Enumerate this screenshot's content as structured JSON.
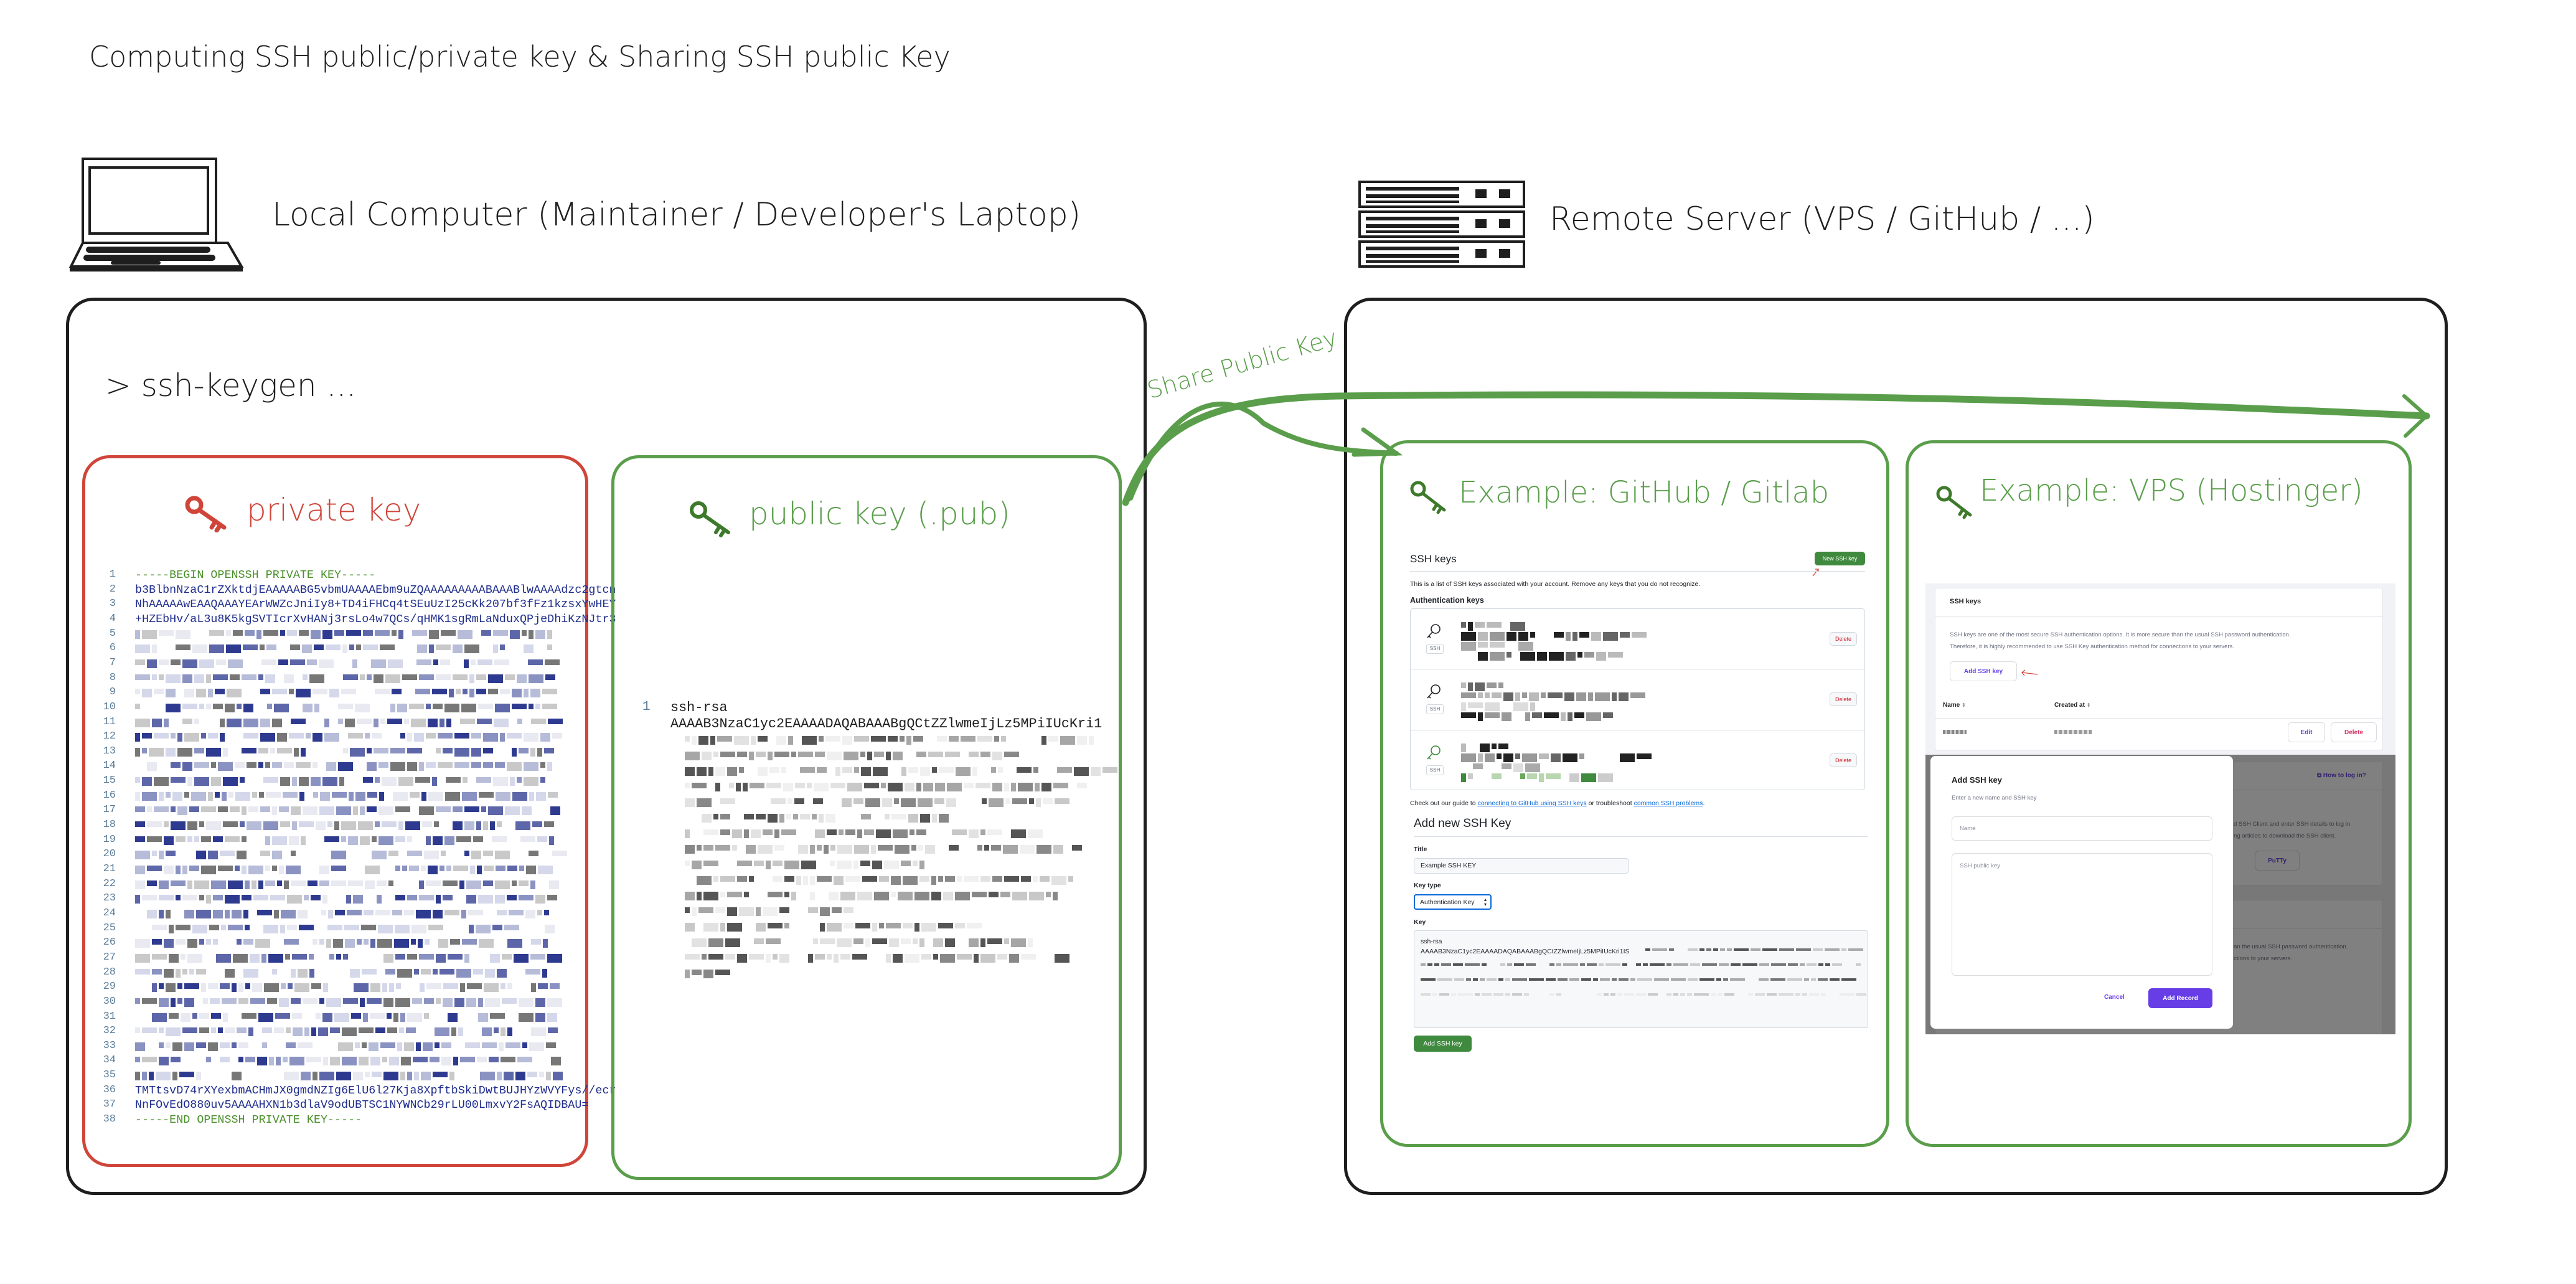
{
  "title": "Computing SSH public/private key & Sharing SSH public Key",
  "local": {
    "label": "Local Computer (Maintainer / Developer's Laptop)",
    "command": "> ssh-keygen ...",
    "private_key": {
      "title": "private key",
      "lines": [
        {
          "n": "1",
          "text": "-----BEGIN OPENSSH PRIVATE KEY-----",
          "kind": "marker"
        },
        {
          "n": "2",
          "text": "b3BlbnNzaC1rZXktdjEAAAAABG5vbmUAAAAEbm9uZQAAAAAAAAABAAABlwAAAAdzc2gtcn"
        },
        {
          "n": "3",
          "text": "NhAAAAAwEAAQAAAYEArWWZcJniIy8+TD4iFHCq4tSEuUzI25cKk207bf3fFz1kzsxYwHEY"
        },
        {
          "n": "4",
          "text": "+HZEbHv/aL3u8K5kgSVTIcrXvHANj3rsLo4w7QCs/qHMK1sgRmLaNduxQPjeDhiKzNJtr3"
        },
        {
          "n": "5",
          "redacted": true
        },
        {
          "n": "6",
          "redacted": true
        },
        {
          "n": "7",
          "redacted": true
        },
        {
          "n": "8",
          "redacted": true
        },
        {
          "n": "9",
          "redacted": true
        },
        {
          "n": "10",
          "redacted": true
        },
        {
          "n": "11",
          "redacted": true
        },
        {
          "n": "12",
          "redacted": true
        },
        {
          "n": "13",
          "redacted": true
        },
        {
          "n": "14",
          "redacted": true
        },
        {
          "n": "15",
          "redacted": true
        },
        {
          "n": "16",
          "redacted": true
        },
        {
          "n": "17",
          "redacted": true
        },
        {
          "n": "18",
          "redacted": true
        },
        {
          "n": "19",
          "redacted": true
        },
        {
          "n": "20",
          "redacted": true
        },
        {
          "n": "21",
          "redacted": true
        },
        {
          "n": "22",
          "redacted": true
        },
        {
          "n": "23",
          "redacted": true
        },
        {
          "n": "24",
          "redacted": true
        },
        {
          "n": "25",
          "redacted": true
        },
        {
          "n": "26",
          "redacted": true
        },
        {
          "n": "27",
          "redacted": true
        },
        {
          "n": "28",
          "redacted": true
        },
        {
          "n": "29",
          "redacted": true
        },
        {
          "n": "30",
          "redacted": true
        },
        {
          "n": "31",
          "redacted": true
        },
        {
          "n": "32",
          "redacted": true
        },
        {
          "n": "33",
          "redacted": true
        },
        {
          "n": "34",
          "redacted": true
        },
        {
          "n": "35",
          "redacted": true
        },
        {
          "n": "36",
          "text": "TMTtsvD74rXYexbmACHmJX0gmdNZIg6ElU6l27Kja8XpftbSkiDwtBUJHYzWVYFys//ecr"
        },
        {
          "n": "37",
          "text": "NnFOvEdO880uv5AAAAHXN1b3dlaV9odUBTSC1NYWNCb29rLU00LmxvY2FsAQIDBAU="
        },
        {
          "n": "38",
          "text": "-----END OPENSSH PRIVATE KEY-----",
          "kind": "marker"
        }
      ]
    },
    "public_key": {
      "title": "public key (.pub)",
      "line_number": "1",
      "lines": [
        "ssh-rsa",
        "AAAAB3NzaC1yc2EAAAADAQABAAABgQCtZZlwmeIjLz5MPiIUcKri1"
      ]
    }
  },
  "share_label": "Share Public Key",
  "remote": {
    "label": "Remote Server (VPS / GitHub / ...)",
    "github": {
      "title": "Example: GitHub / Gitlab",
      "heading": "SSH keys",
      "new_button": "New SSH key",
      "description": "This is a list of SSH keys associated with your account. Remove any keys that you do not recognize.",
      "auth_heading": "Authentication keys",
      "keys": [
        {
          "badge": "SSH",
          "delete": "Delete",
          "active": false
        },
        {
          "badge": "SSH",
          "delete": "Delete",
          "active": false
        },
        {
          "badge": "SSH",
          "delete": "Delete",
          "active": true
        }
      ],
      "guide_prefix": "Check out our guide to ",
      "guide_link1": "connecting to GitHub using SSH keys",
      "guide_middle": " or troubleshoot ",
      "guide_link2": "common SSH problems",
      "guide_suffix": ".",
      "add_heading": "Add new SSH Key",
      "title_label": "Title",
      "title_value": "Example SSH KEY",
      "key_type_label": "Key type",
      "key_type_value": "Authentication Key",
      "key_label": "Key",
      "key_value_line1": "ssh-rsa",
      "key_value_line2": "AAAAB3NzaC1yc2EAAAADAQABAAABgQCtZZlwmeIjLz5MPiIUcKri1IS",
      "submit": "Add SSH key"
    },
    "vps": {
      "title": "Example: VPS (Hostinger)",
      "heading": "SSH keys",
      "description1": "SSH keys are one of the most secure SSH authentication options. It is more secure than the usual SSH password authentication.",
      "description2": "Therefore, it is highly recommended to use SSH Key authentication method for connections to your servers.",
      "add_button": "Add SSH key",
      "col_name": "Name",
      "col_created": "Created at",
      "edit": "Edit",
      "delete": "Delete",
      "bg_link": "How to log in?",
      "bg_text1": "d SSH Client and enter SSH details to log in.",
      "bg_text2": "ng articles to download the SSH client.",
      "bg_putty": "PuTTy",
      "bg_text3": "an the usual SSH password authentication.",
      "bg_text4": "ctions to your servers.",
      "modal": {
        "title": "Add SSH key",
        "subtitle": "Enter a new name and SSH key",
        "name_placeholder": "Name",
        "key_placeholder": "SSH public key",
        "cancel": "Cancel",
        "submit": "Add Record"
      }
    }
  },
  "colors": {
    "red": "#d0453a",
    "green": "#5a9e4b",
    "navy": "#1f2d8c",
    "github_green": "#3f8a3e",
    "purple": "#673de6"
  }
}
